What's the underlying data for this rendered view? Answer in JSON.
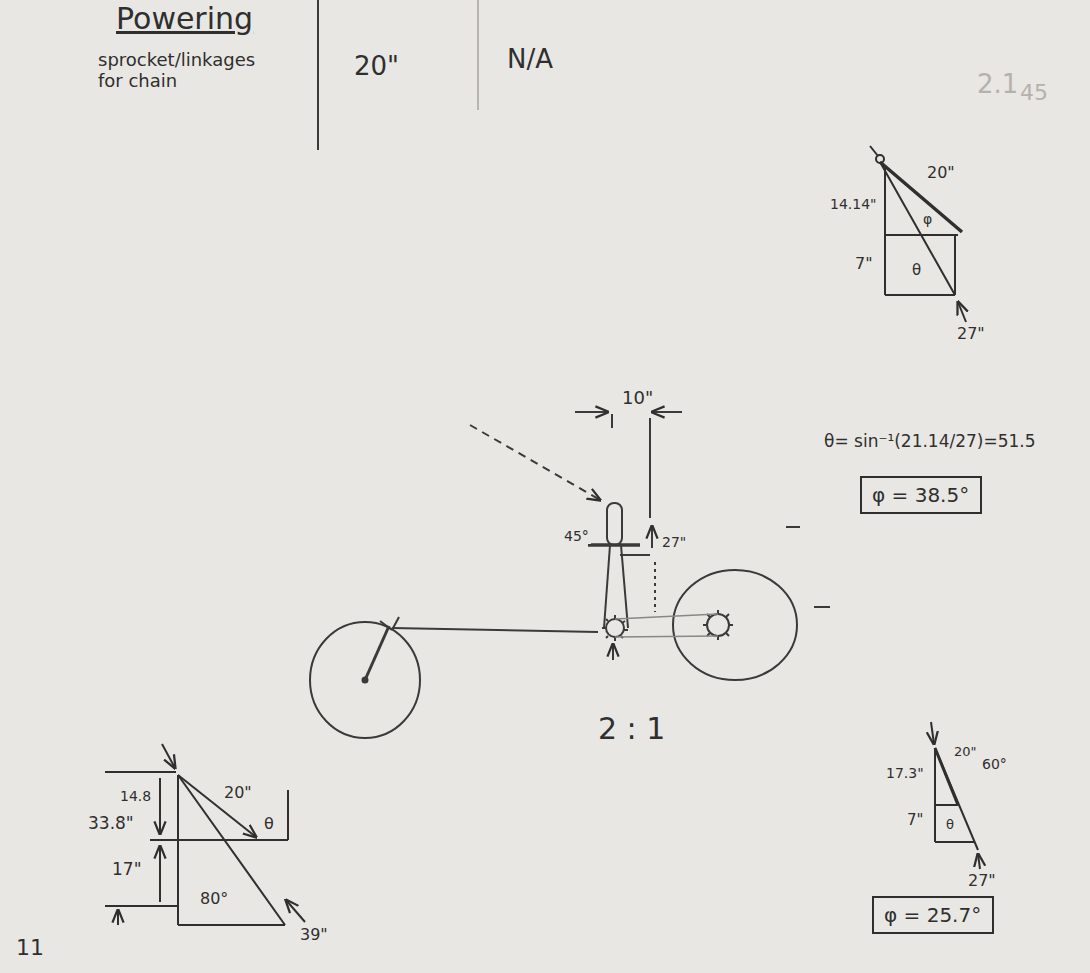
{
  "diagram": {
    "title": "Powering",
    "nodes": [
      {
        "text": [
          "φ = 38.5°"
        ]
      },
      {
        "text": [
          "φ = 25.7°"
        ]
      }
    ],
    "labels": [
      "sprocket/linkages for chain",
      "20\"",
      "N/A",
      "2.1",
      "45",
      "14.14\"",
      "20\"",
      "φ",
      "7\"",
      "θ",
      "27\"",
      "θ= sin⁻¹(21.14/27)=51.5",
      "10\"",
      "45°",
      "27\"",
      "2 : 1",
      "14.8",
      "33.8\"",
      "20\"",
      "θ",
      "17\"",
      "80°",
      "39\"",
      "17.3\"",
      "20\"",
      "60°",
      "7\"",
      "θ",
      "27\"",
      "11"
    ]
  }
}
